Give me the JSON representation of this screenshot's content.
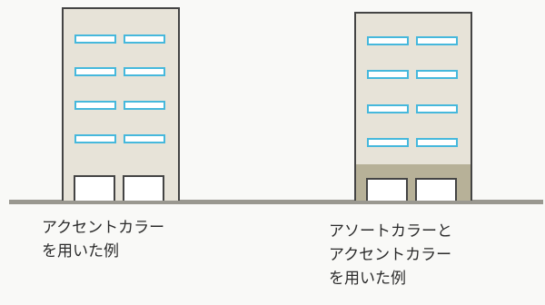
{
  "captions": {
    "left": [
      "アクセントカラー",
      "を用いた例"
    ],
    "right": [
      "アソートカラーと",
      "アクセントカラー",
      "を用いた例"
    ]
  },
  "colors": {
    "window_frame": "#46b8dc",
    "facade": "#e7e3d8",
    "base_band": "#b7b198",
    "ground": "#9a9890"
  }
}
